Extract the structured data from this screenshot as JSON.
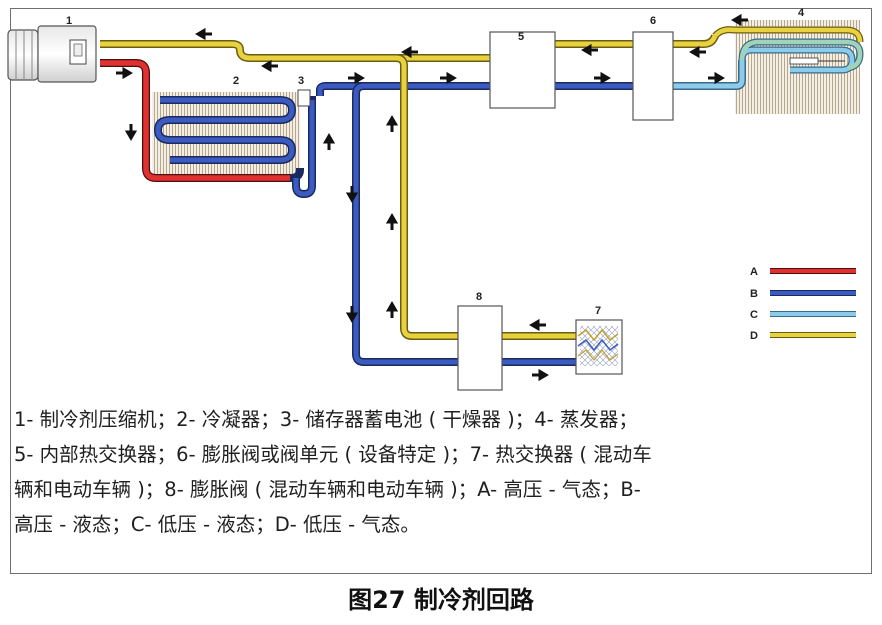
{
  "labels": {
    "n1": "1",
    "n2": "2",
    "n3": "3",
    "n4": "4",
    "n5": "5",
    "n6": "6",
    "n7": "7",
    "n8": "8"
  },
  "legend": [
    {
      "key": "A",
      "color": "#e03030"
    },
    {
      "key": "B",
      "color": "#2f4fa8"
    },
    {
      "key": "C",
      "color": "#8ccbea"
    },
    {
      "key": "D",
      "color": "#e9d23f"
    }
  ],
  "caption_lines": [
    "1- 制冷剂压缩机；2- 冷凝器；3- 储存器蓄电池 ( 干燥器 )；4- 蒸发器；",
    "5- 内部热交换器；6- 膨胀阀或阀单元 ( 设备特定 )；7- 热交换器 ( 混动车",
    "辆和电动车辆 )；8- 膨胀阀 ( 混动车辆和电动车辆 )；A- 高压 - 气态；B-",
    "高压 - 液态；C- 低压 - 液态；D- 低压 - 气态。"
  ],
  "figure_title": "图27 制冷剂回路"
}
